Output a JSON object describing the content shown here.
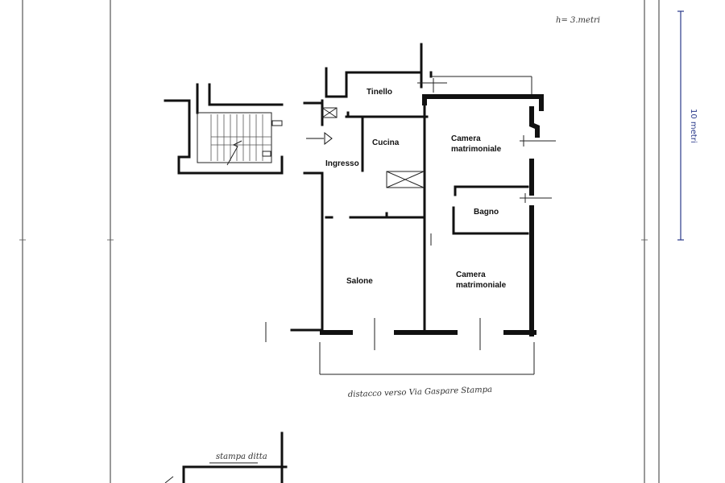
{
  "header": {
    "height_note": "h= 3.metri"
  },
  "scale_bar": {
    "label": "10 metri",
    "color": "#2a3a8a"
  },
  "rooms": {
    "tinello": "Tinello",
    "cucina": "Cucina",
    "ingresso": "Ingresso",
    "camera_top_line1": "Camera",
    "camera_top_line2": "matrimoniale",
    "bagno": "Bagno",
    "salone": "Salone",
    "camera_bottom_line1": "Camera",
    "camera_bottom_line2": "matrimoniale"
  },
  "annotations": {
    "distance_note": "distacco verso Via Gaspare Stampa",
    "lower_plan_note": "stampa ditta"
  },
  "colors": {
    "walls": "#111111",
    "background": "#ffffff"
  }
}
